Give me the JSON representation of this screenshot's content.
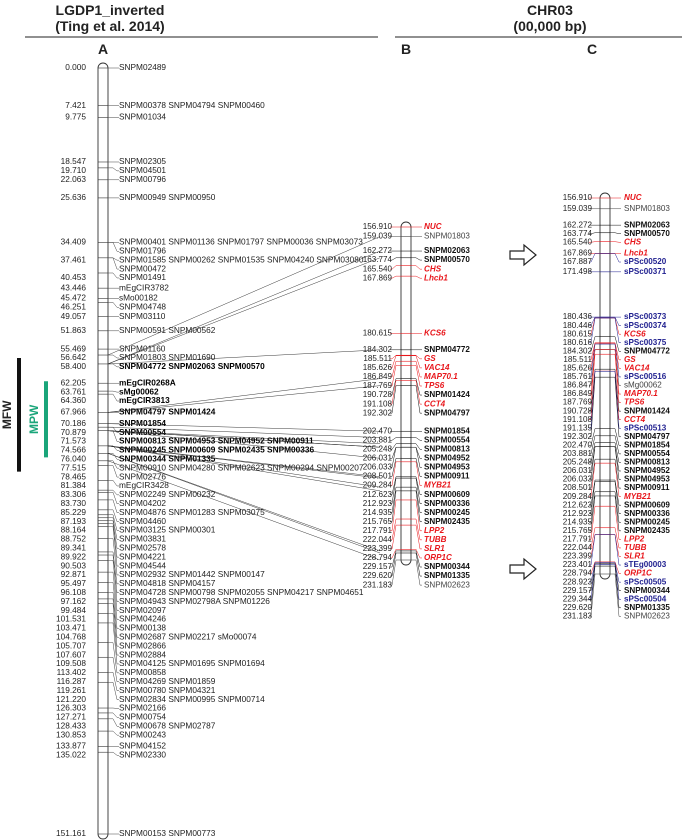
{
  "headers": {
    "left": {
      "line1": "LGDP1_inverted",
      "line2": "(Ting et al. 2014)"
    },
    "right": {
      "line1": "CHR03",
      "line2": "(00,000 bp)"
    }
  },
  "columns": {
    "a": "A",
    "b": "B",
    "c": "C"
  },
  "side_labels": {
    "mfw": "MFW",
    "mpw": "MPW"
  },
  "colors": {
    "red": "#e8161b",
    "blue": "#1f1f8f",
    "black": "#111111",
    "mpw": "#1aa57a",
    "gray": "#444444"
  },
  "map_a": [
    {
      "pos": "0.000",
      "label": "SNPM02489",
      "bold": false
    },
    {
      "pos": "7.421",
      "label": "SNPM00378 SNPM04794 SNPM00460",
      "bold": false
    },
    {
      "pos": "9.775",
      "label": "SNPM01034",
      "bold": false
    },
    {
      "pos": "18.547",
      "label": "SNPM02305",
      "bold": false
    },
    {
      "pos": "19.710",
      "label": "SNPM04501",
      "bold": false
    },
    {
      "pos": "22.063",
      "label": "SNPM00796",
      "bold": false
    },
    {
      "pos": "25.636",
      "label": "SNPM00949 SNPM00950",
      "bold": false
    },
    {
      "pos": "34.409",
      "label": "SNPM00401 SNPM01136 SNPM01797 SNPM00036 SNPM03073",
      "bold": false
    },
    {
      "pos": "",
      "label": "SNPM01796",
      "bold": false
    },
    {
      "pos": "37.461",
      "label": "SNPM01585 SNPM00262 SNPM01535 SNPM04240 SNPM03080",
      "bold": false
    },
    {
      "pos": "",
      "label": "SNPM00472",
      "bold": false
    },
    {
      "pos": "40.453",
      "label": "SNPM01491",
      "bold": false
    },
    {
      "pos": "43.446",
      "label": "mEgCIR3782",
      "bold": false
    },
    {
      "pos": "45.472",
      "label": "sMo00182",
      "bold": false
    },
    {
      "pos": "46.251",
      "label": "SNPM04748",
      "bold": false
    },
    {
      "pos": "49.057",
      "label": "SNPM03110",
      "bold": false
    },
    {
      "pos": "51.863",
      "label": "SNPM00591 SNPM00562",
      "bold": false
    },
    {
      "pos": "55.469",
      "label": "SNPM01160",
      "bold": false
    },
    {
      "pos": "56.642",
      "label": "SNPM01803 SNPM01690",
      "bold": false
    },
    {
      "pos": "58.400",
      "label": "SNPM04772 SNPM02063 SNPM00570",
      "bold": true
    },
    {
      "pos": "62.205",
      "label": "mEgCIR0268A",
      "bold": true
    },
    {
      "pos": "63.761",
      "label": "sMg00062",
      "bold": true
    },
    {
      "pos": "64.360",
      "label": "mEgCIR3813",
      "bold": true
    },
    {
      "pos": "67.966",
      "label": "SNPM04797 SNPM01424",
      "bold": true
    },
    {
      "pos": "70.186",
      "label": "SNPM01854",
      "bold": true
    },
    {
      "pos": "70.879",
      "label": "SNPM00554",
      "bold": true
    },
    {
      "pos": "71.573",
      "label": "SNPM00813 SNPM04953 SNPM04952 SNPM00911",
      "bold": true
    },
    {
      "pos": "74.566",
      "label": "SNPM00245 SNPM00609 SNPM02435 SNPM00336",
      "bold": true
    },
    {
      "pos": "76.040",
      "label": "SNPM00344 SNPM01335",
      "bold": true
    },
    {
      "pos": "77.515",
      "label": "SNPM00910 SNPM04280 SNPM02623 SNPM00294 SNPM00207",
      "bold": false
    },
    {
      "pos": "78.465",
      "label": "SNPM02776",
      "bold": false
    },
    {
      "pos": "81.384",
      "label": "mEgCIR3428",
      "bold": false
    },
    {
      "pos": "83.306",
      "label": "SNPM02249 SNPM00232",
      "bold": false
    },
    {
      "pos": "83.730",
      "label": "SNPM04202",
      "bold": false
    },
    {
      "pos": "85.229",
      "label": "SNPM04876 SNPM01283 SNPM03075",
      "bold": false
    },
    {
      "pos": "87.193",
      "label": "SNPM04460",
      "bold": false
    },
    {
      "pos": "88.164",
      "label": "SNPM03125 SNPM00301",
      "bold": false
    },
    {
      "pos": "88.752",
      "label": "SNPM03831",
      "bold": false
    },
    {
      "pos": "89.341",
      "label": "SNPM02578",
      "bold": false
    },
    {
      "pos": "89.922",
      "label": "SNPM04221",
      "bold": false
    },
    {
      "pos": "90.503",
      "label": "SNPM04544",
      "bold": false
    },
    {
      "pos": "92.871",
      "label": "SNPM02932 SNPM01442 SNPM00147",
      "bold": false
    },
    {
      "pos": "95.497",
      "label": "SNPM04818 SNPM04157",
      "bold": false
    },
    {
      "pos": "96.108",
      "label": "SNPM04728 SNPM00798 SNPM02055 SNPM04217 SNPM04651",
      "bold": false
    },
    {
      "pos": "97.162",
      "label": "SNPM04943 SNPM02798A SNPM01226",
      "bold": false
    },
    {
      "pos": "99.484",
      "label": "SNPM02097",
      "bold": false
    },
    {
      "pos": "101.531",
      "label": "SNPM04246",
      "bold": false
    },
    {
      "pos": "103.471",
      "label": "SNPM00138",
      "bold": false
    },
    {
      "pos": "104.768",
      "label": "SNPM02687 SNPM02217 sMo00074",
      "bold": false
    },
    {
      "pos": "105.707",
      "label": "SNPM02866",
      "bold": false
    },
    {
      "pos": "107.607",
      "label": "SNPM02884",
      "bold": false
    },
    {
      "pos": "109.508",
      "label": "SNPM04125 SNPM01695 SNPM01694",
      "bold": false
    },
    {
      "pos": "113.402",
      "label": "SNPM00858",
      "bold": false
    },
    {
      "pos": "116.287",
      "label": "SNPM04269 SNPM01859",
      "bold": false
    },
    {
      "pos": "119.261",
      "label": "SNPM00780 SNPM04321",
      "bold": false
    },
    {
      "pos": "121.220",
      "label": "SNPM02834 SNPM00995 SNPM00714",
      "bold": false
    },
    {
      "pos": "126.303",
      "label": "SNPM02166",
      "bold": false
    },
    {
      "pos": "127.271",
      "label": "SNPM00754",
      "bold": false
    },
    {
      "pos": "128.433",
      "label": "SNPM00678 SNPM02787",
      "bold": false
    },
    {
      "pos": "130.853",
      "label": "SNPM00243",
      "bold": false
    },
    {
      "pos": "133.877",
      "label": "SNPM04152",
      "bold": false
    },
    {
      "pos": "135.022",
      "label": "SNPM02330",
      "bold": false
    },
    {
      "pos": "151.161",
      "label": "SNPM00153 SNPM00773",
      "bold": false
    }
  ],
  "map_b": [
    {
      "pos": "156.910",
      "label": "NUC",
      "color": "red"
    },
    {
      "pos": "159.039",
      "label": "SNPM01803",
      "color": "gray"
    },
    {
      "pos": "162.272",
      "label": "SNPM02063",
      "color": "black"
    },
    {
      "pos": "163.774",
      "label": "SNPM00570",
      "color": "black"
    },
    {
      "pos": "165.540",
      "label": "CHS",
      "color": "red"
    },
    {
      "pos": "167.869",
      "label": "Lhcb1",
      "color": "red"
    },
    {
      "pos": "180.615",
      "label": "KCS6",
      "color": "red"
    },
    {
      "pos": "184.302",
      "label": "SNPM04772",
      "color": "black"
    },
    {
      "pos": "185.511",
      "label": "GS",
      "color": "red"
    },
    {
      "pos": "185.626",
      "label": "VAC14",
      "color": "red"
    },
    {
      "pos": "186.849",
      "label": "MAP70.1",
      "color": "red"
    },
    {
      "pos": "187.769",
      "label": "TPS6",
      "color": "red"
    },
    {
      "pos": "190.728",
      "label": "SNPM01424",
      "color": "black"
    },
    {
      "pos": "191.108",
      "label": "CCT4",
      "color": "red"
    },
    {
      "pos": "192.302",
      "label": "SNPM04797",
      "color": "black"
    },
    {
      "pos": "202.470",
      "label": "SNPM01854",
      "color": "black"
    },
    {
      "pos": "203.881",
      "label": "SNPM00554",
      "color": "black"
    },
    {
      "pos": "205.248",
      "label": "SNPM00813",
      "color": "black"
    },
    {
      "pos": "206.031",
      "label": "SNPM04952",
      "color": "black"
    },
    {
      "pos": "206.033",
      "label": "SNPM04953",
      "color": "black"
    },
    {
      "pos": "208.501",
      "label": "SNPM00911",
      "color": "black"
    },
    {
      "pos": "209.284",
      "label": "MYB21",
      "color": "red"
    },
    {
      "pos": "212.623",
      "label": "SNPM00609",
      "color": "black"
    },
    {
      "pos": "212.923",
      "label": "SNPM00336",
      "color": "black"
    },
    {
      "pos": "214.935",
      "label": "SNPM00245",
      "color": "black"
    },
    {
      "pos": "215.765",
      "label": "SNPM02435",
      "color": "black"
    },
    {
      "pos": "217.791",
      "label": "LPP2",
      "color": "red"
    },
    {
      "pos": "222.044",
      "label": "TUBB",
      "color": "red"
    },
    {
      "pos": "223.399",
      "label": "SLR1",
      "color": "red"
    },
    {
      "pos": "228.794",
      "label": "ORP1C",
      "color": "red"
    },
    {
      "pos": "229.157",
      "label": "SNPM00344",
      "color": "black"
    },
    {
      "pos": "229.620",
      "label": "SNPM01335",
      "color": "black"
    },
    {
      "pos": "231.183",
      "label": "SNPM02623",
      "color": "gray"
    }
  ],
  "map_c": [
    {
      "pos": "156.910",
      "label": "NUC",
      "color": "red"
    },
    {
      "pos": "159.039",
      "label": "SNPM01803",
      "color": "gray"
    },
    {
      "pos": "162.272",
      "label": "SNPM02063",
      "color": "black"
    },
    {
      "pos": "163.774",
      "label": "SNPM00570",
      "color": "black"
    },
    {
      "pos": "165.540",
      "label": "CHS",
      "color": "red"
    },
    {
      "pos": "167.869",
      "label": "Lhcb1",
      "color": "red"
    },
    {
      "pos": "167.887",
      "label": "sPSc00520",
      "color": "blue"
    },
    {
      "pos": "171.498",
      "label": "sPSc00371",
      "color": "blue"
    },
    {
      "pos": "180.436",
      "label": "sPSc00373",
      "color": "blue"
    },
    {
      "pos": "180.446",
      "label": "sPSc00374",
      "color": "blue"
    },
    {
      "pos": "180.615",
      "label": "KCS6",
      "color": "red"
    },
    {
      "pos": "180.616",
      "label": "sPSc00375",
      "color": "blue"
    },
    {
      "pos": "184.302",
      "label": "SNPM04772",
      "color": "black"
    },
    {
      "pos": "185.511",
      "label": "GS",
      "color": "red"
    },
    {
      "pos": "185.626",
      "label": "VAC14",
      "color": "red"
    },
    {
      "pos": "185.761",
      "label": "sPSc00516",
      "color": "blue"
    },
    {
      "pos": "186.847",
      "label": "sMg00062",
      "color": "gray"
    },
    {
      "pos": "186.849",
      "label": "MAP70.1",
      "color": "red"
    },
    {
      "pos": "187.769",
      "label": "TPS6",
      "color": "red"
    },
    {
      "pos": "190.728",
      "label": "SNPM01424",
      "color": "black"
    },
    {
      "pos": "191.108",
      "label": "CCT4",
      "color": "red"
    },
    {
      "pos": "191.135",
      "label": "sPSc00513",
      "color": "blue"
    },
    {
      "pos": "192.302",
      "label": "SNPM04797",
      "color": "black"
    },
    {
      "pos": "202.470",
      "label": "SNPM01854",
      "color": "black"
    },
    {
      "pos": "203.881",
      "label": "SNPM00554",
      "color": "black"
    },
    {
      "pos": "205.248",
      "label": "SNPM00813",
      "color": "black"
    },
    {
      "pos": "206.031",
      "label": "SNPM04952",
      "color": "black"
    },
    {
      "pos": "206.033",
      "label": "SNPM04953",
      "color": "black"
    },
    {
      "pos": "208.501",
      "label": "SNPM00911",
      "color": "black"
    },
    {
      "pos": "209.284",
      "label": "MYB21",
      "color": "red"
    },
    {
      "pos": "212.623",
      "label": "SNPM00609",
      "color": "black"
    },
    {
      "pos": "212.923",
      "label": "SNPM00336",
      "color": "black"
    },
    {
      "pos": "214.935",
      "label": "SNPM00245",
      "color": "black"
    },
    {
      "pos": "215.765",
      "label": "SNPM02435",
      "color": "black"
    },
    {
      "pos": "217.791",
      "label": "LPP2",
      "color": "red"
    },
    {
      "pos": "222.044",
      "label": "TUBB",
      "color": "red"
    },
    {
      "pos": "223.399",
      "label": "SLR1",
      "color": "red"
    },
    {
      "pos": "223.401",
      "label": "sTEg00003",
      "color": "blue"
    },
    {
      "pos": "228.794",
      "label": "ORP1C",
      "color": "red"
    },
    {
      "pos": "228.923",
      "label": "sPSc00505",
      "color": "blue"
    },
    {
      "pos": "229.157",
      "label": "SNPM00344",
      "color": "black"
    },
    {
      "pos": "229.344",
      "label": "sPSc00504",
      "color": "blue"
    },
    {
      "pos": "229.620",
      "label": "SNPM01335",
      "color": "black"
    },
    {
      "pos": "231.183",
      "label": "SNPM02623",
      "color": "gray"
    }
  ]
}
